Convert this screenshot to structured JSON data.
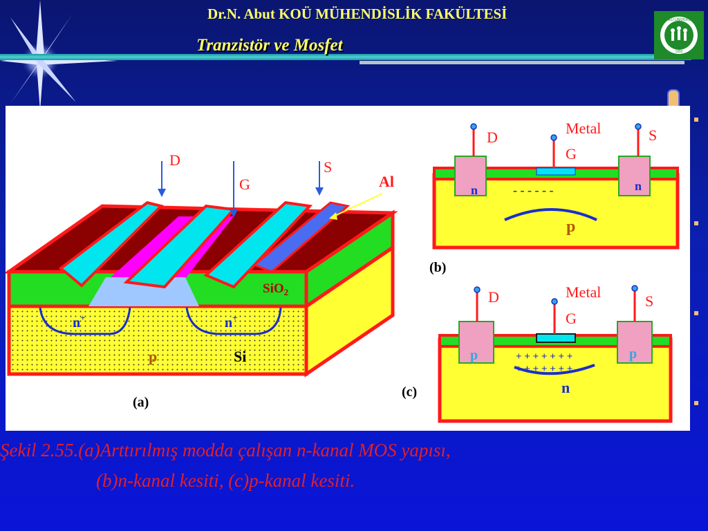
{
  "header": {
    "title": "Dr.N. Abut KOÜ MÜHENDİSLİK FAKÜLTESİ",
    "subtitle": "Tranzistör ve Mosfet"
  },
  "logo": {
    "top_text": "KOCAELİ ÜNİVERSİTESİ",
    "year": "1992"
  },
  "figure": {
    "a": {
      "label": "(a)",
      "D": "D",
      "G": "G",
      "S": "S",
      "Al": "Al",
      "sio2": "SiO",
      "sio2_sub": "2",
      "nplus_left": "n",
      "nplus_right": "n",
      "plus_sup": "+",
      "p": "p",
      "si": "Si"
    },
    "b": {
      "label": "(b)",
      "D": "D",
      "S": "S",
      "metal": "Metal",
      "G": "G",
      "n_left": "n",
      "n_right": "n",
      "charges": "- - - - - -",
      "substrate": "p"
    },
    "c": {
      "label": "(c)",
      "D": "D",
      "S": "S",
      "metal": "Metal",
      "G": "G",
      "p_left": "p",
      "p_right": "p",
      "charges_top": "+ + + + + + +",
      "charges_bottom": "+ + + + + + +",
      "substrate": "n"
    }
  },
  "caption": {
    "line1": "Şekil 2.55.(a)Arttırılmış modda çalışan n-kanal MOS yapısı,",
    "line2": "(b)n-kanal kesiti, (c)p-kanal kesiti."
  },
  "colors": {
    "background": "#0b1fb0",
    "title": "#ffff66",
    "caption": "#e0202a",
    "stripe": "#4fd0d6",
    "oxide_green": "#22dd22",
    "substrate_yellow": "#ffff33",
    "contact_pink": "#f0a0c0",
    "metal_cyan": "#00e5ee"
  }
}
